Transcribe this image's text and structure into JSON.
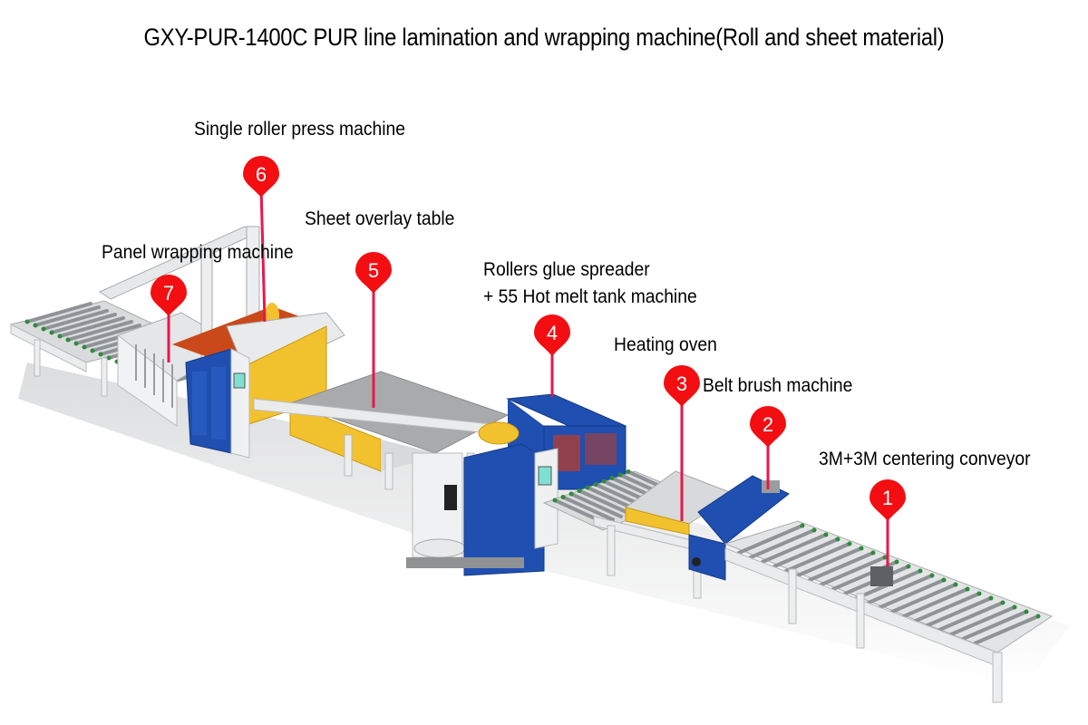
{
  "title": "GXY-PUR-1400C PUR line lamination and wrapping machine(Roll and sheet material)",
  "colors": {
    "marker": "#f30e12",
    "leader_line": "#e8174d",
    "machine_blue": "#1f4fb0",
    "machine_yellow": "#f2c22e",
    "roller_red": "#d0461c",
    "frame_white": "#eef0f2",
    "table_gray": "#a9aaab"
  },
  "stations": [
    {
      "number": "1",
      "label": "3M+3M centering conveyor"
    },
    {
      "number": "2",
      "label": "Belt brush machine"
    },
    {
      "number": "3",
      "label": "Heating oven"
    },
    {
      "number": "4",
      "label_line1": "Rollers glue spreader",
      "label_line2": "+ 55 Hot melt tank machine"
    },
    {
      "number": "5",
      "label": "Sheet overlay table"
    },
    {
      "number": "6",
      "label": "Single roller press machine"
    },
    {
      "number": "7",
      "label": "Panel wrapping machine"
    }
  ]
}
